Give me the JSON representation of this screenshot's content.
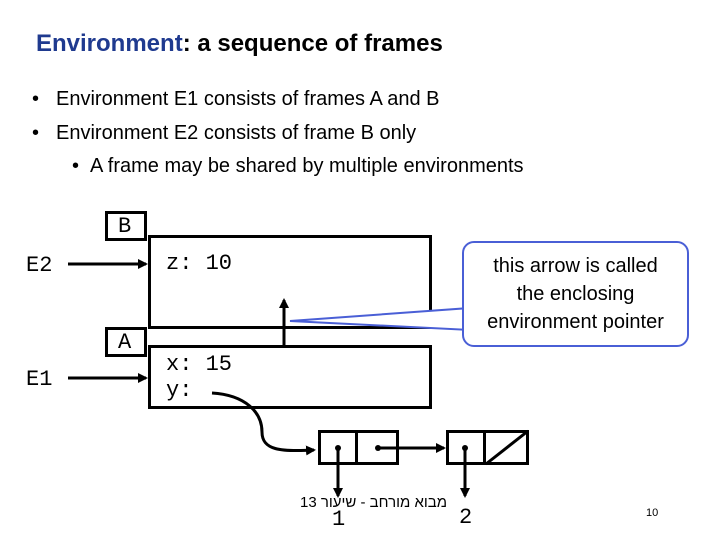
{
  "title": {
    "highlight": "Environment",
    "rest": ": a sequence of frames"
  },
  "bullets": [
    {
      "marker": "•",
      "text": "Environment E1 consists of frames A and B"
    },
    {
      "marker": "•",
      "text": "Environment E2 consists of frame B only"
    },
    {
      "marker": "•",
      "text": "A frame may be shared by multiple environments"
    }
  ],
  "diagram": {
    "frame_b_label": "B",
    "frame_a_label": "A",
    "env_e2_label": "E2",
    "env_e1_label": "E1",
    "frame_b_binding": "z: 10",
    "frame_a_binding_x": "x: 15",
    "frame_a_binding_y": "y:",
    "callout_lines": [
      "this arrow is called",
      "the enclosing",
      "environment pointer"
    ],
    "value_1": "1",
    "value_2": "2"
  },
  "footer": {
    "text": "מבוא מורחב - שיעור 13",
    "page_number": "10"
  },
  "colors": {
    "title_highlight": "#1f3a8f",
    "callout_border": "#4a5fd6"
  }
}
